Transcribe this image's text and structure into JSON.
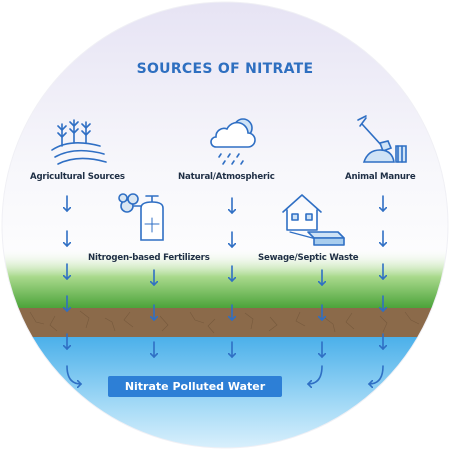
{
  "title": "SOURCES OF NITRATE",
  "sources": {
    "agricultural": "Agricultural Sources",
    "natural": "Natural/Atmospheric",
    "manure": "Animal Manure",
    "fertilizers": "Nitrogen-based Fertilizers",
    "sewage": "Sewage/Septic Waste"
  },
  "destination": "Nitrate Polluted Water",
  "icons": [
    "crops-icon",
    "rain-cloud-icon",
    "manure-shovel-icon",
    "fertilizer-sprayer-icon",
    "house-septic-icon"
  ],
  "colors": {
    "title": "#2e6fc0",
    "arrow": "#2f6fc4",
    "grass": "#49a436",
    "soil": "#8b6a4a",
    "water": "#63bff0",
    "label_bg": "#2d7fd6"
  }
}
